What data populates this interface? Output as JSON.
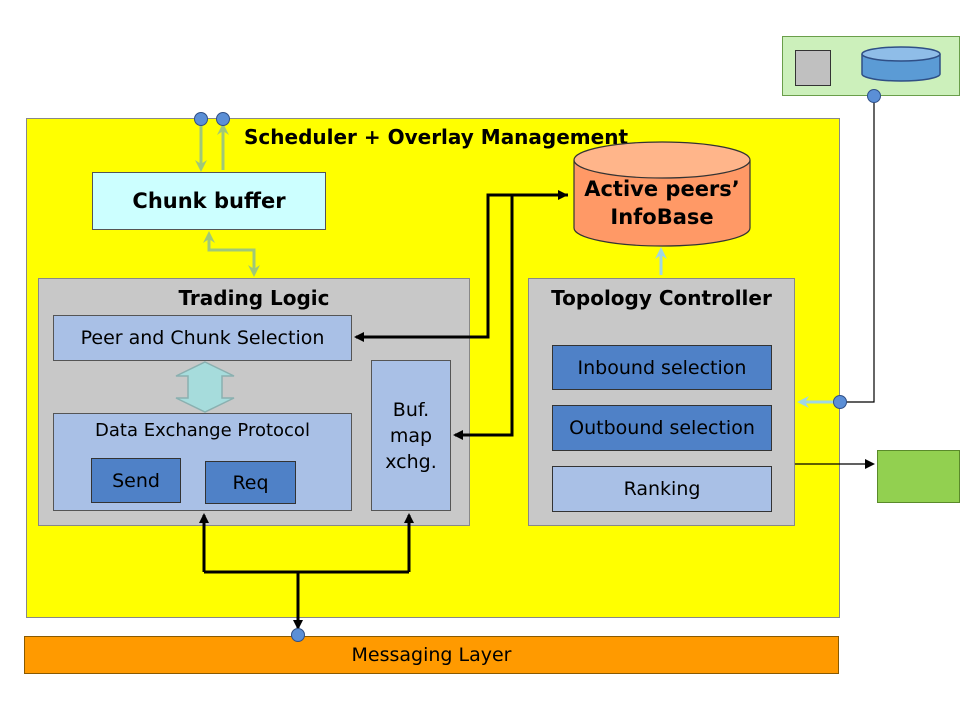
{
  "diagram": {
    "main_title": "Scheduler + Overlay Management",
    "chunk_buffer": "Chunk buffer",
    "active_peers_line1": "Active peers’",
    "active_peers_line2": "InfoBase",
    "trading_logic": {
      "title": "Trading Logic",
      "peer_chunk_selection": "Peer and Chunk Selection",
      "data_exchange_protocol": "Data Exchange Protocol",
      "send": "Send",
      "req": "Req",
      "bufmap_line1": "Buf.",
      "bufmap_line2": "map",
      "bufmap_line3": "xchg."
    },
    "topology_controller": {
      "title": "Topology Controller",
      "inbound": "Inbound selection",
      "outbound": "Outbound selection",
      "ranking": "Ranking"
    },
    "messaging_layer": "Messaging Layer"
  },
  "colors": {
    "main_bg": "#ffff00",
    "chunk_buffer": "#ccffff",
    "active_peers": "#ff9966",
    "gray_panel": "#c8c8c8",
    "light_blue": "#a9c0e6",
    "dark_blue": "#4f81c7",
    "messaging": "#ff9a00",
    "green_light": "#ccf0bb",
    "green": "#92d050"
  }
}
